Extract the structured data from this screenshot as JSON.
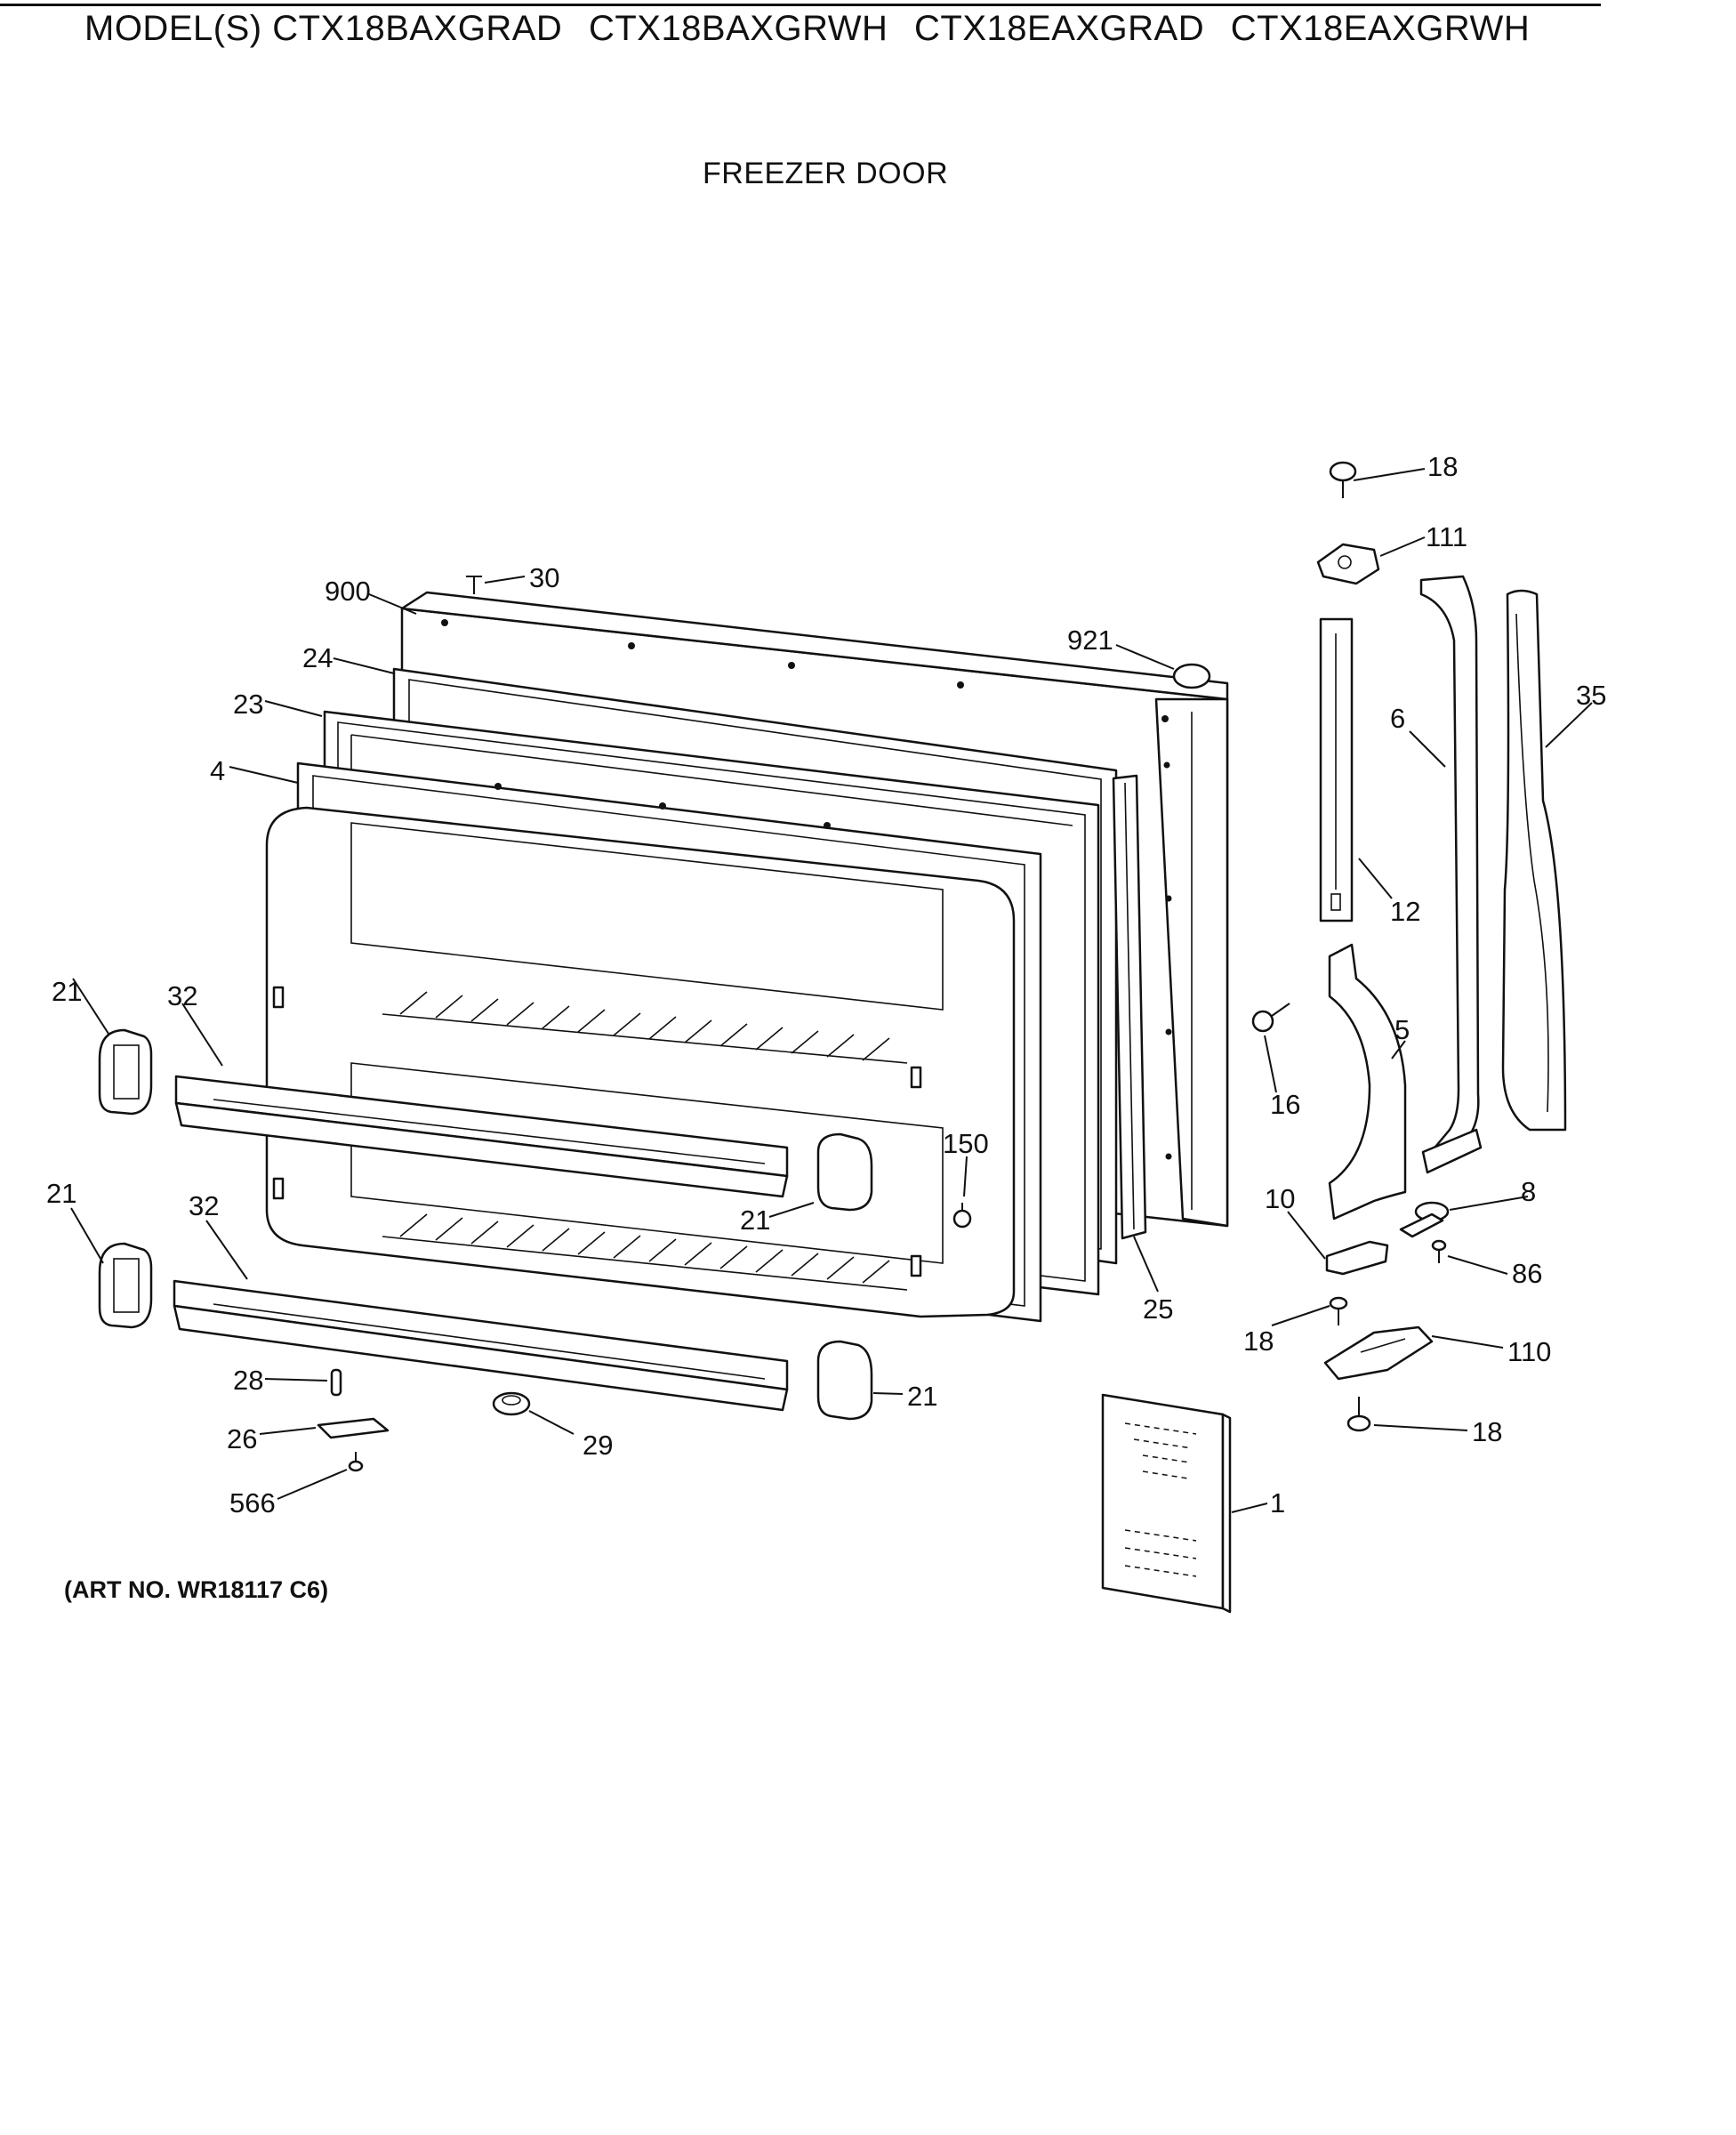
{
  "header": {
    "prefix": "MODEL(S)",
    "models": [
      "CTX18BAXGRAD",
      "CTX18BAXGRWH",
      "CTX18EAXGRAD",
      "CTX18EAXGRWH"
    ]
  },
  "section_title": "FREEZER DOOR",
  "art_number": "(ART NO. WR18117 C6)",
  "callouts": [
    {
      "id": "c-18-top",
      "label": "18",
      "part": "screw"
    },
    {
      "id": "c-111",
      "label": "111",
      "part": "hinge-cap"
    },
    {
      "id": "c-30",
      "label": "30",
      "part": "screw"
    },
    {
      "id": "c-900",
      "label": "900",
      "part": "door-outer-panel"
    },
    {
      "id": "c-921",
      "label": "921",
      "part": "plug"
    },
    {
      "id": "c-24",
      "label": "24",
      "part": "gasket"
    },
    {
      "id": "c-23",
      "label": "23",
      "part": "liner-frame"
    },
    {
      "id": "c-35",
      "label": "35",
      "part": "handle-trim"
    },
    {
      "id": "c-6",
      "label": "6",
      "part": "handle"
    },
    {
      "id": "c-4",
      "label": "4",
      "part": "door-liner"
    },
    {
      "id": "c-12",
      "label": "12",
      "part": "handle-bracket"
    },
    {
      "id": "c-21-l1",
      "label": "21",
      "part": "shelf-end-cap"
    },
    {
      "id": "c-32-a",
      "label": "32",
      "part": "shelf-bar"
    },
    {
      "id": "c-16",
      "label": "16",
      "part": "screw"
    },
    {
      "id": "c-5",
      "label": "5",
      "part": "hinge-cover"
    },
    {
      "id": "c-150",
      "label": "150",
      "part": "screw"
    },
    {
      "id": "c-21-m",
      "label": "21",
      "part": "shelf-end-cap"
    },
    {
      "id": "c-21-l2",
      "label": "21",
      "part": "shelf-end-cap"
    },
    {
      "id": "c-32-b",
      "label": "32",
      "part": "shelf-bar"
    },
    {
      "id": "c-10",
      "label": "10",
      "part": "hinge-bracket"
    },
    {
      "id": "c-8",
      "label": "8",
      "part": "stop"
    },
    {
      "id": "c-86",
      "label": "86",
      "part": "screw"
    },
    {
      "id": "c-25",
      "label": "25",
      "part": "breaker-strip"
    },
    {
      "id": "c-18-mid",
      "label": "18",
      "part": "screw"
    },
    {
      "id": "c-110",
      "label": "110",
      "part": "bottom-hinge"
    },
    {
      "id": "c-28",
      "label": "28",
      "part": "pin"
    },
    {
      "id": "c-21-r",
      "label": "21",
      "part": "shelf-end-cap"
    },
    {
      "id": "c-26",
      "label": "26",
      "part": "plate"
    },
    {
      "id": "c-29",
      "label": "29",
      "part": "bushing"
    },
    {
      "id": "c-18-bot",
      "label": "18",
      "part": "screw"
    },
    {
      "id": "c-1",
      "label": "1",
      "part": "manual"
    },
    {
      "id": "c-566",
      "label": "566",
      "part": "screw"
    }
  ]
}
